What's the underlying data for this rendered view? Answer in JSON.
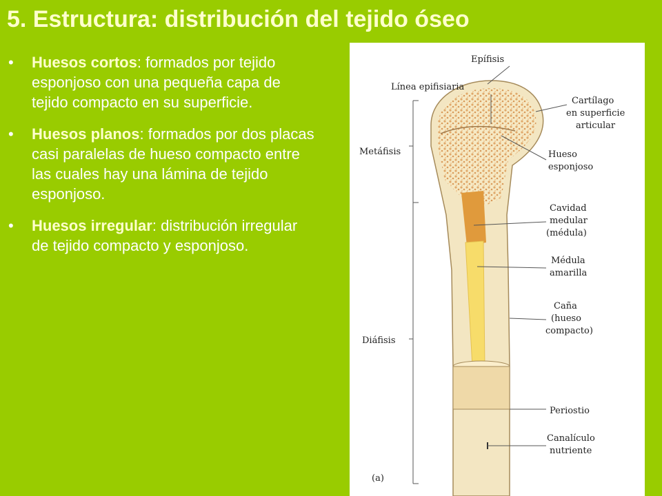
{
  "title": "5. Estructura: distribución del tejido óseo",
  "bullets": [
    {
      "term": "Huesos cortos",
      "text": ":  formados por tejido esponjoso con una pequeña capa de tejido compacto en su superficie."
    },
    {
      "term": "Huesos planos",
      "text": ":  formados por dos placas casi paralelas de hueso compacto entre las cuales hay una lámina de tejido esponjoso."
    },
    {
      "term": "Huesos irregular",
      "text": ": distribución irregular de tejido compacto y esponjoso."
    }
  ],
  "bullet_symbol": "•",
  "figure": {
    "labels": {
      "epifisis": "Epífisis",
      "linea_epifisiaria": "Línea epifisiaria",
      "cartilago_1": "Cartílago",
      "cartilago_2": "en superficie",
      "cartilago_3": "articular",
      "metafisis": "Metáfisis",
      "hueso_esponjoso_1": "Hueso",
      "hueso_esponjoso_2": "esponjoso",
      "cavidad_1": "Cavidad",
      "cavidad_2": "medular",
      "cavidad_3": "(médula)",
      "medula_1": "Médula",
      "medula_2": "amarilla",
      "cana_1": "Caña",
      "cana_2": "(hueso",
      "cana_3": "compacto)",
      "diafisis": "Diáfisis",
      "periostio": "Periostio",
      "canaliculo_1": "Canalículo",
      "canaliculo_2": "nutriente",
      "panel_letter": "(a)"
    }
  },
  "colors": {
    "background": "#99cc00",
    "title": "#ffffcc",
    "text": "#ffffff",
    "term": "#ffffcc",
    "bone": "#f3e6c2",
    "spongy": "#e4b97a",
    "marrow_red": "#e09a3c",
    "marrow_yellow": "#f7dc6a"
  }
}
